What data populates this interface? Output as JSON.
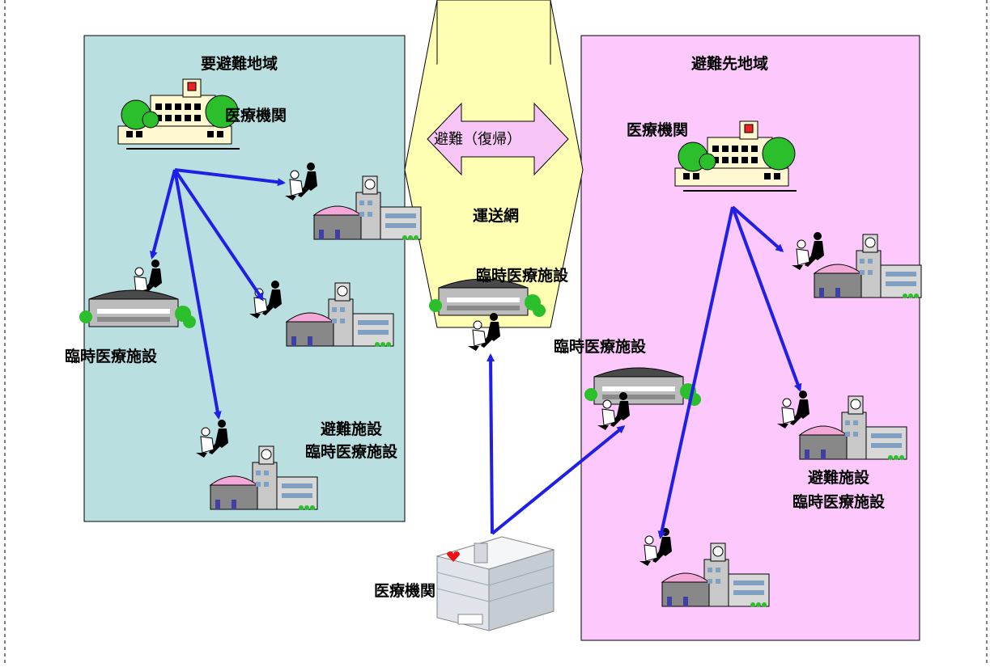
{
  "regions": {
    "evacuation_required": {
      "title": "要避難地域",
      "fill": "#b9dfe0"
    },
    "transport": {
      "label": "運送網",
      "arrow_label": "避難（復帰）",
      "fill": "#ffffb3",
      "arrow_fill": "#f7c6f7"
    },
    "evacuation_destination": {
      "title": "避難先地域",
      "fill": "#fdc9fd"
    }
  },
  "labels": {
    "left_hospital": "医療機関",
    "left_temp_facility": "臨時医療施設",
    "left_shelter_line1": "避難施設",
    "left_shelter_line2": "臨時医療施設",
    "center_temp_facility": "臨時医療施設",
    "right_hospital": "医療機関",
    "right_temp_facility": "臨時医療施設",
    "right_shelter_line1": "避難施設",
    "right_shelter_line2": "臨時医療施設",
    "bottom_hospital": "医療機関"
  },
  "colors": {
    "arrow": "#1f1fe6",
    "border": "#000000"
  }
}
